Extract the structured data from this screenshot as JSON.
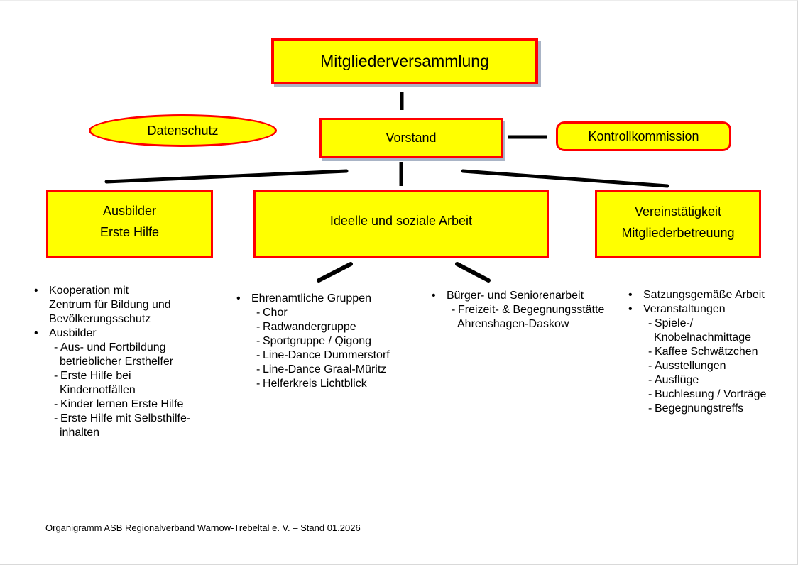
{
  "colors": {
    "node_fill": "#ffff00",
    "node_border": "#ff0000",
    "node_shadow": "#a9b4c6",
    "connector": "#000000",
    "page_border": "#d9d9d9"
  },
  "markers": {
    "bullet": "•",
    "dash": "-"
  },
  "nodes": {
    "mitgliederversammlung": {
      "label": "Mitgliederversammlung"
    },
    "datenschutz": {
      "label": "Datenschutz"
    },
    "vorstand": {
      "label": "Vorstand"
    },
    "kontrollkommission": {
      "label": "Kontrollkommission"
    },
    "ausbilder_box": {
      "line1": "Ausbilder",
      "line2": "Erste Hilfe"
    },
    "ideelle_box": {
      "label": "Ideelle und soziale Arbeit"
    },
    "vereinstaetigkeit_box": {
      "line1": "Vereinstätigkeit",
      "line2": "Mitgliederbetreuung"
    }
  },
  "lists": {
    "ausbilder": [
      {
        "type": "b",
        "text": "Kooperation mit"
      },
      {
        "type": "cb",
        "text": "Zentrum für Bildung und"
      },
      {
        "type": "cb",
        "text": "Bevölkerungsschutz"
      },
      {
        "type": "b",
        "text": "Ausbilder"
      },
      {
        "type": "d",
        "text": "Aus- und Fortbildung"
      },
      {
        "type": "cd",
        "text": "betrieblicher Ersthelfer"
      },
      {
        "type": "d",
        "text": "Erste Hilfe bei"
      },
      {
        "type": "cd",
        "text": "Kindernotfällen"
      },
      {
        "type": "d",
        "text": "Kinder lernen Erste Hilfe"
      },
      {
        "type": "d",
        "text": "Erste Hilfe mit Selbsthilfe-"
      },
      {
        "type": "cd",
        "text": "inhalten"
      }
    ],
    "gruppen": [
      {
        "type": "b",
        "text": "Ehrenamtliche Gruppen"
      },
      {
        "type": "d",
        "text": "Chor"
      },
      {
        "type": "d",
        "text": "Radwandergruppe"
      },
      {
        "type": "d",
        "text": "Sportgruppe / Qigong"
      },
      {
        "type": "d",
        "text": "Line-Dance Dummerstorf"
      },
      {
        "type": "d",
        "text": "Line-Dance Graal-Müritz"
      },
      {
        "type": "d",
        "text": "Helferkreis Lichtblick"
      }
    ],
    "senioren": [
      {
        "type": "b",
        "text": "Bürger- und Seniorenarbeit"
      },
      {
        "type": "d",
        "text": "Freizeit- & Begegnungsstätte"
      },
      {
        "type": "cd",
        "text": "Ahrenshagen-Daskow"
      }
    ],
    "verein": [
      {
        "type": "b",
        "text": "Satzungsgemäße Arbeit"
      },
      {
        "type": "b",
        "text": "Veranstaltungen"
      },
      {
        "type": "d",
        "text": "Spiele-/"
      },
      {
        "type": "cd",
        "text": "Knobelnachmittage"
      },
      {
        "type": "d",
        "text": "Kaffee Schwätzchen"
      },
      {
        "type": "d",
        "text": "Ausstellungen"
      },
      {
        "type": "d",
        "text": "Ausflüge"
      },
      {
        "type": "d",
        "text": "Buchlesung / Vorträge"
      },
      {
        "type": "d",
        "text": "Begegnungstreffs"
      }
    ]
  },
  "footer": "Organigramm ASB Regionalverband Warnow-Trebeltal e. V. – Stand 01.2026"
}
